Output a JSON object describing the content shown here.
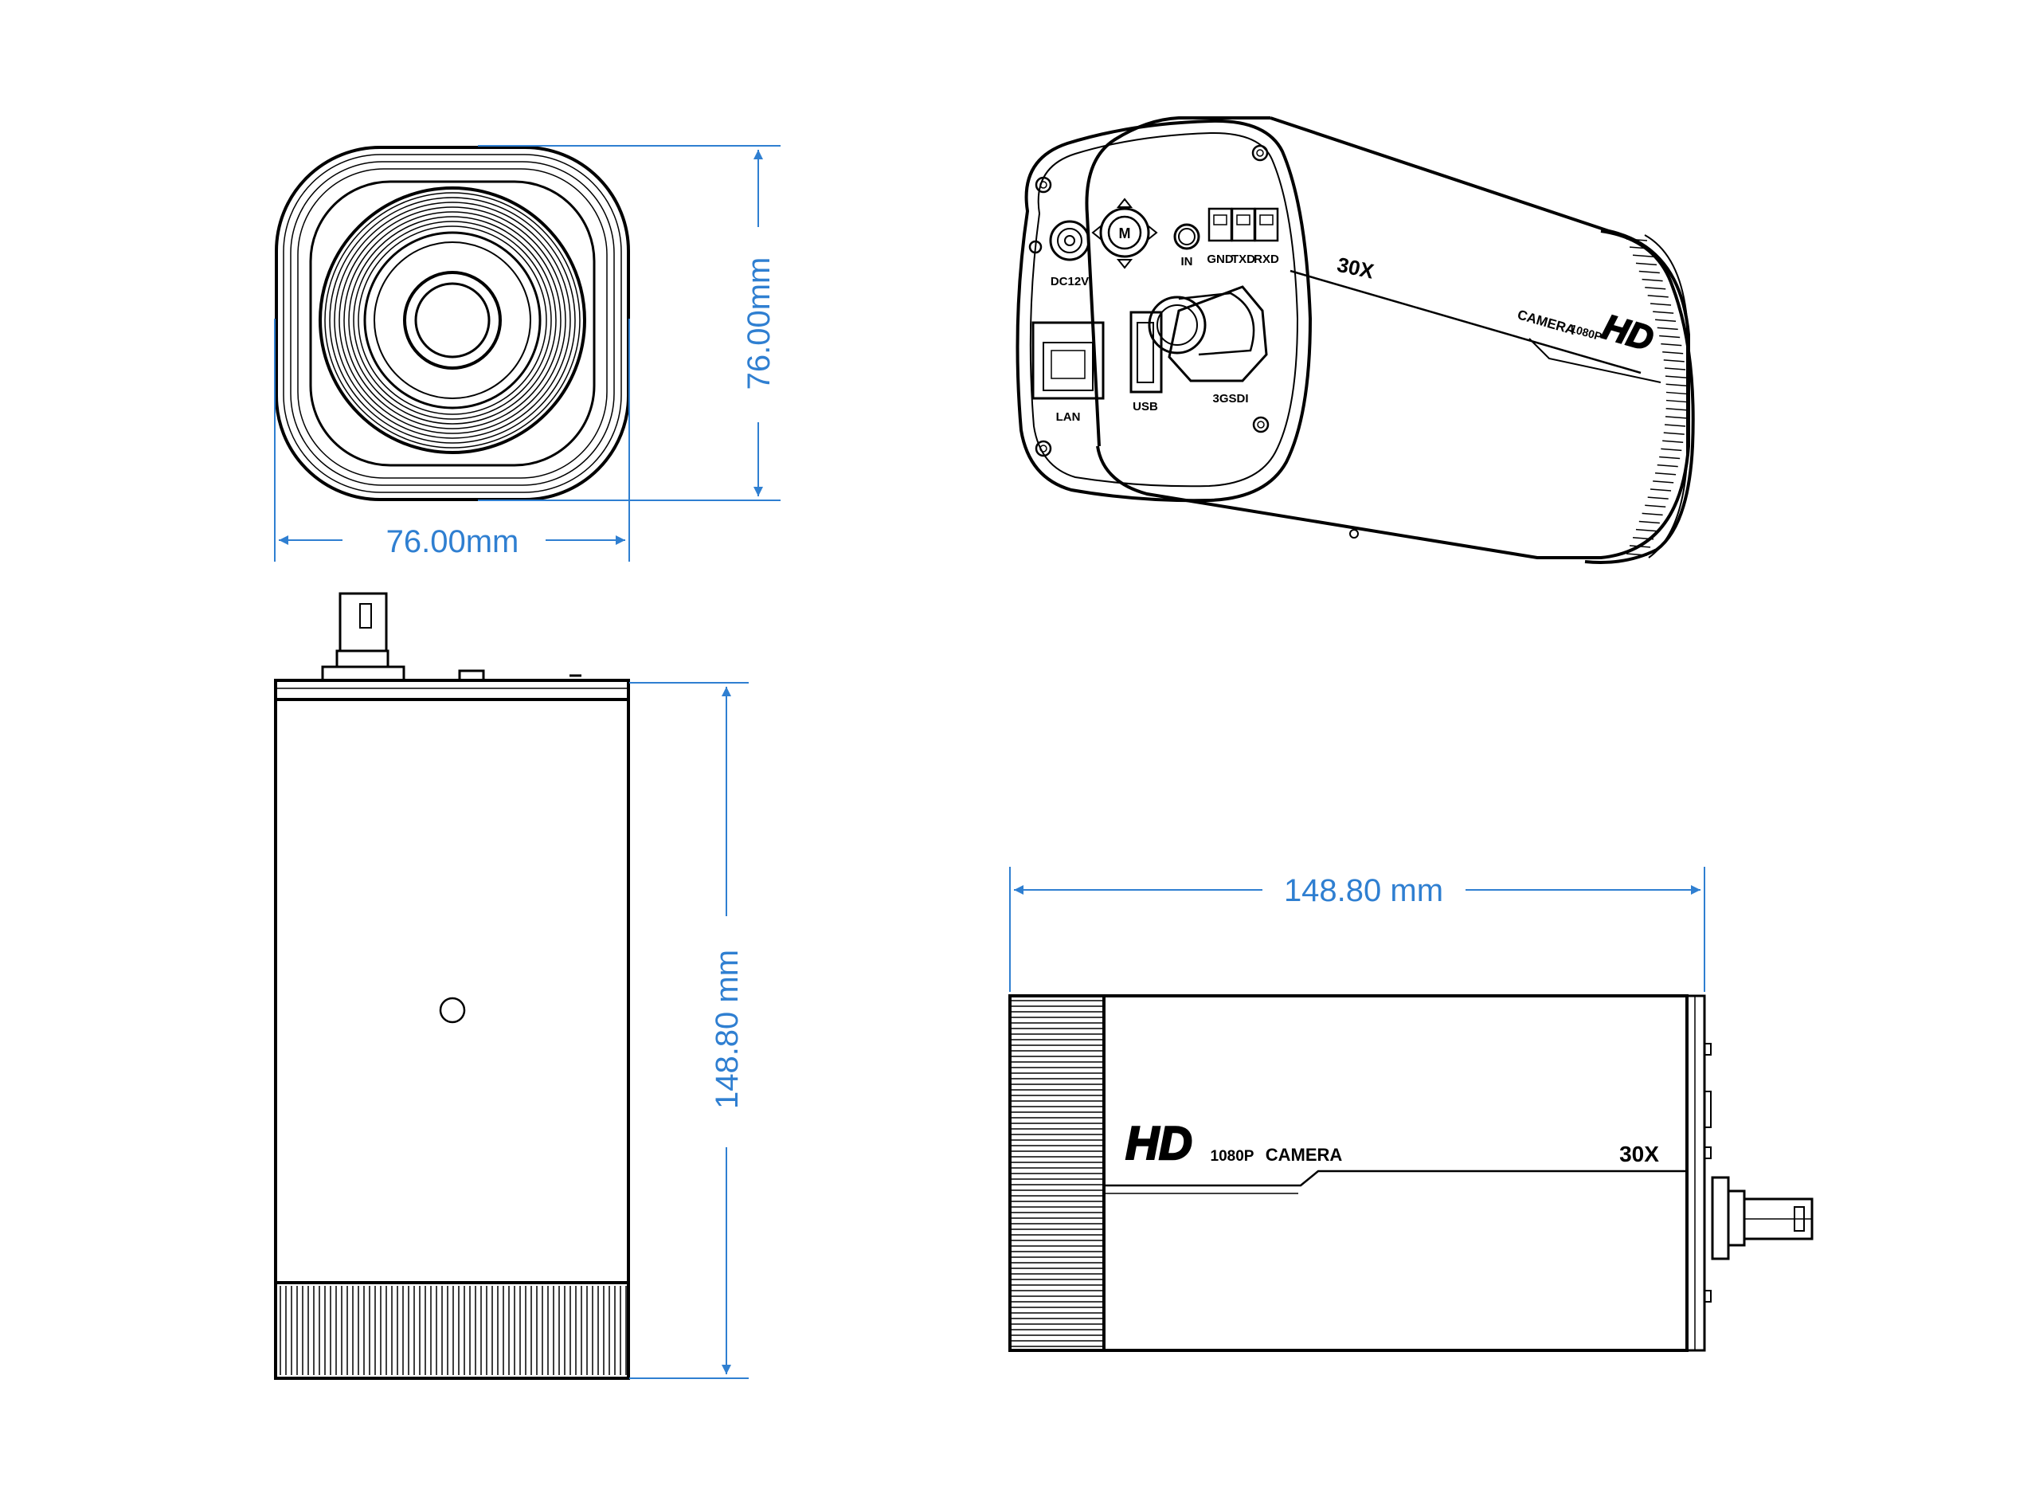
{
  "dimensions": {
    "front_width": "76.00mm",
    "front_height": "76.00mm",
    "top_length": "148.80 mm",
    "side_length": "148.80 mm"
  },
  "labels": {
    "dc12v": "DC12V",
    "in": "IN",
    "gnd": "GND",
    "txd": "TXD",
    "rxd": "RXD",
    "lan": "LAN",
    "usb": "USB",
    "sdi": "3GSDI",
    "zoom": "30X",
    "zoom_side": "30X",
    "brand_hd": "HD",
    "brand_res": "1080P",
    "brand_cam": "CAMERA",
    "persp_cam": "CAMERA",
    "persp_res": "1080P",
    "persp_hd": "HD",
    "joystick": "M"
  },
  "colors": {
    "dimension": "#2f7fd1",
    "line": "#000000"
  }
}
